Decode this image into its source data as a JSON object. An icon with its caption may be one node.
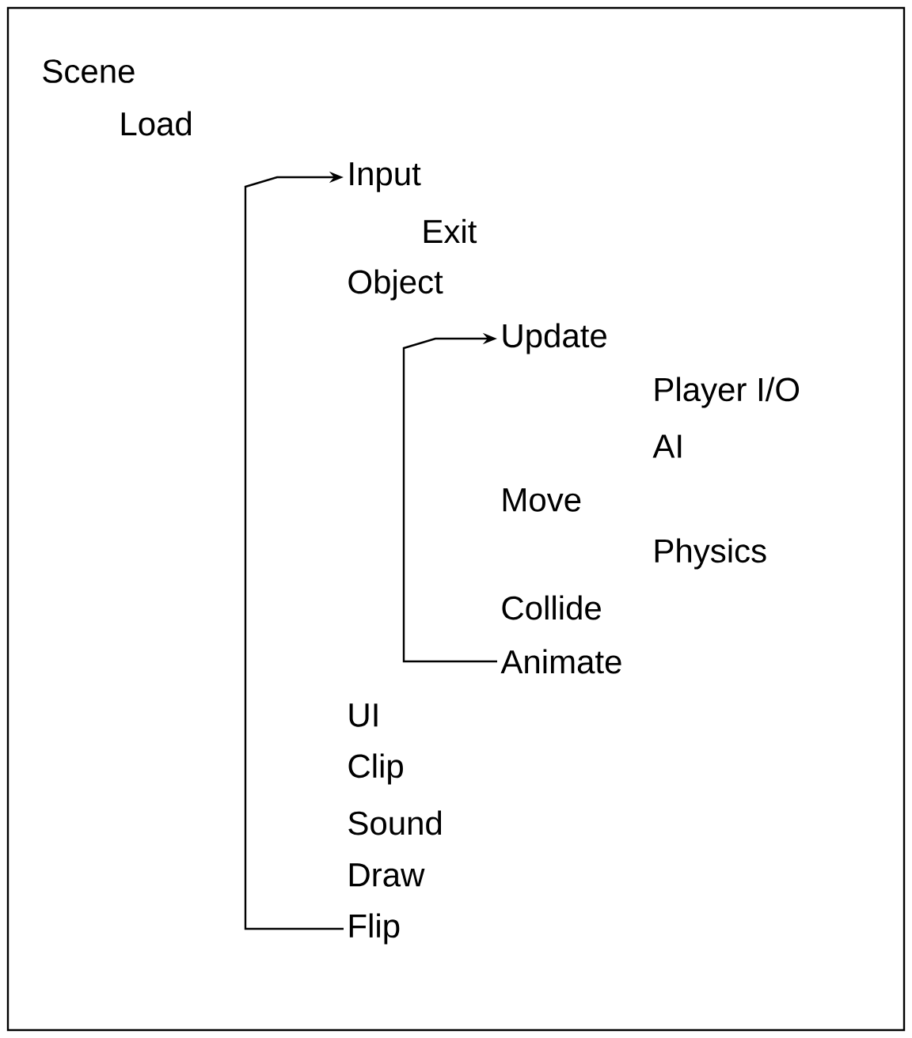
{
  "diagram": {
    "nodes": [
      {
        "text": [
          "Input"
        ]
      },
      {
        "text": [
          "Update"
        ]
      },
      {
        "text": [
          "Animate"
        ]
      },
      {
        "text": [
          "Flip"
        ]
      }
    ],
    "edges": [
      {
        "from": 2,
        "to": 1,
        "arrow": "to"
      },
      {
        "from": 3,
        "to": 0,
        "arrow": "to"
      }
    ],
    "labels": [
      "Scene",
      "Load",
      "Exit",
      "Object",
      "Player I/O",
      "AI",
      "Move",
      "Physics",
      "Collide",
      "UI",
      "Clip",
      "Sound",
      "Draw"
    ]
  }
}
